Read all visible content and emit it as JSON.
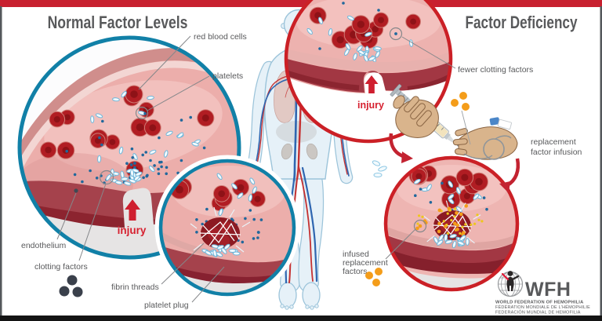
{
  "colors": {
    "accent_red": "#cb2026",
    "accent_teal": "#1180a7",
    "title_teal": "#177fa5",
    "title_red": "#e01f3a",
    "label_gray": "#58595b",
    "factor_blue": "#20689c",
    "factor_orange": "#f49d1a",
    "factor_yellow": "#eec61b"
  },
  "header": {
    "left_title": "Normal Factor Levels",
    "right_title": "Factor Deficiency"
  },
  "normal_side": {
    "red_blood_cells": "red blood cells",
    "platelets": "platelets",
    "endothelium": "endothelium",
    "clotting_factors": "clotting factors",
    "injury": "injury",
    "fibrin_threads": "fibrin threads",
    "platelet_plug": "platelet plug"
  },
  "deficiency_side": {
    "fewer_clotting_factors": "fewer clotting factors",
    "injury": "injury",
    "replacement_line1": "replacement",
    "replacement_line2": "factor infusion",
    "infused_line1": "infused",
    "infused_line2": "replacement",
    "infused_line3": "factors"
  },
  "logo": {
    "abbr": "WFH",
    "name_en": "WORLD FEDERATION OF HEMOPHILIA",
    "name_fr": "FÉDÉRATION MONDIALE DE L'HÉMOPHILIE",
    "name_es": "FEDERACIÓN MUNDIAL DE HEMOFILIA"
  }
}
